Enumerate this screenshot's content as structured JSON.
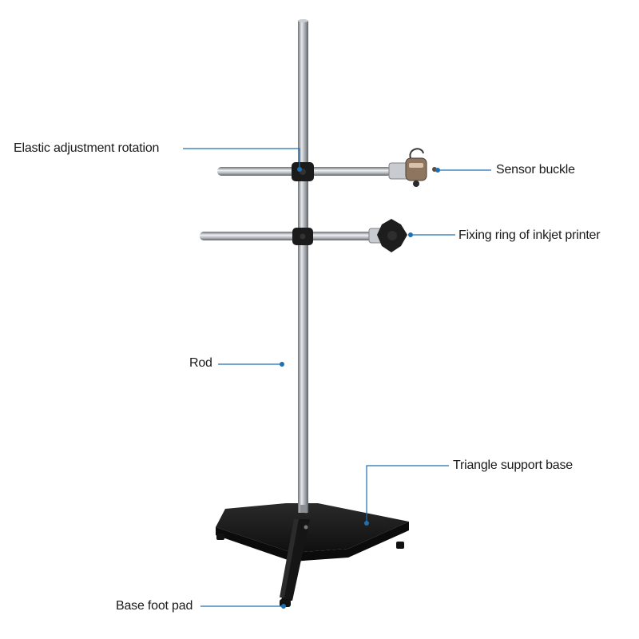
{
  "labels": {
    "elastic_adjustment": "Elastic adjustment rotation",
    "sensor_buckle": "Sensor buckle",
    "fixing_ring": "Fixing ring of inkjet printer",
    "rod": "Rod",
    "triangle_base": "Triangle support base",
    "base_foot_pad": "Base foot pad"
  },
  "colors": {
    "leader_line": "#1f6fb3",
    "metal": "#9aa0a6",
    "base": "#1c1c1c",
    "background": "#ffffff"
  }
}
